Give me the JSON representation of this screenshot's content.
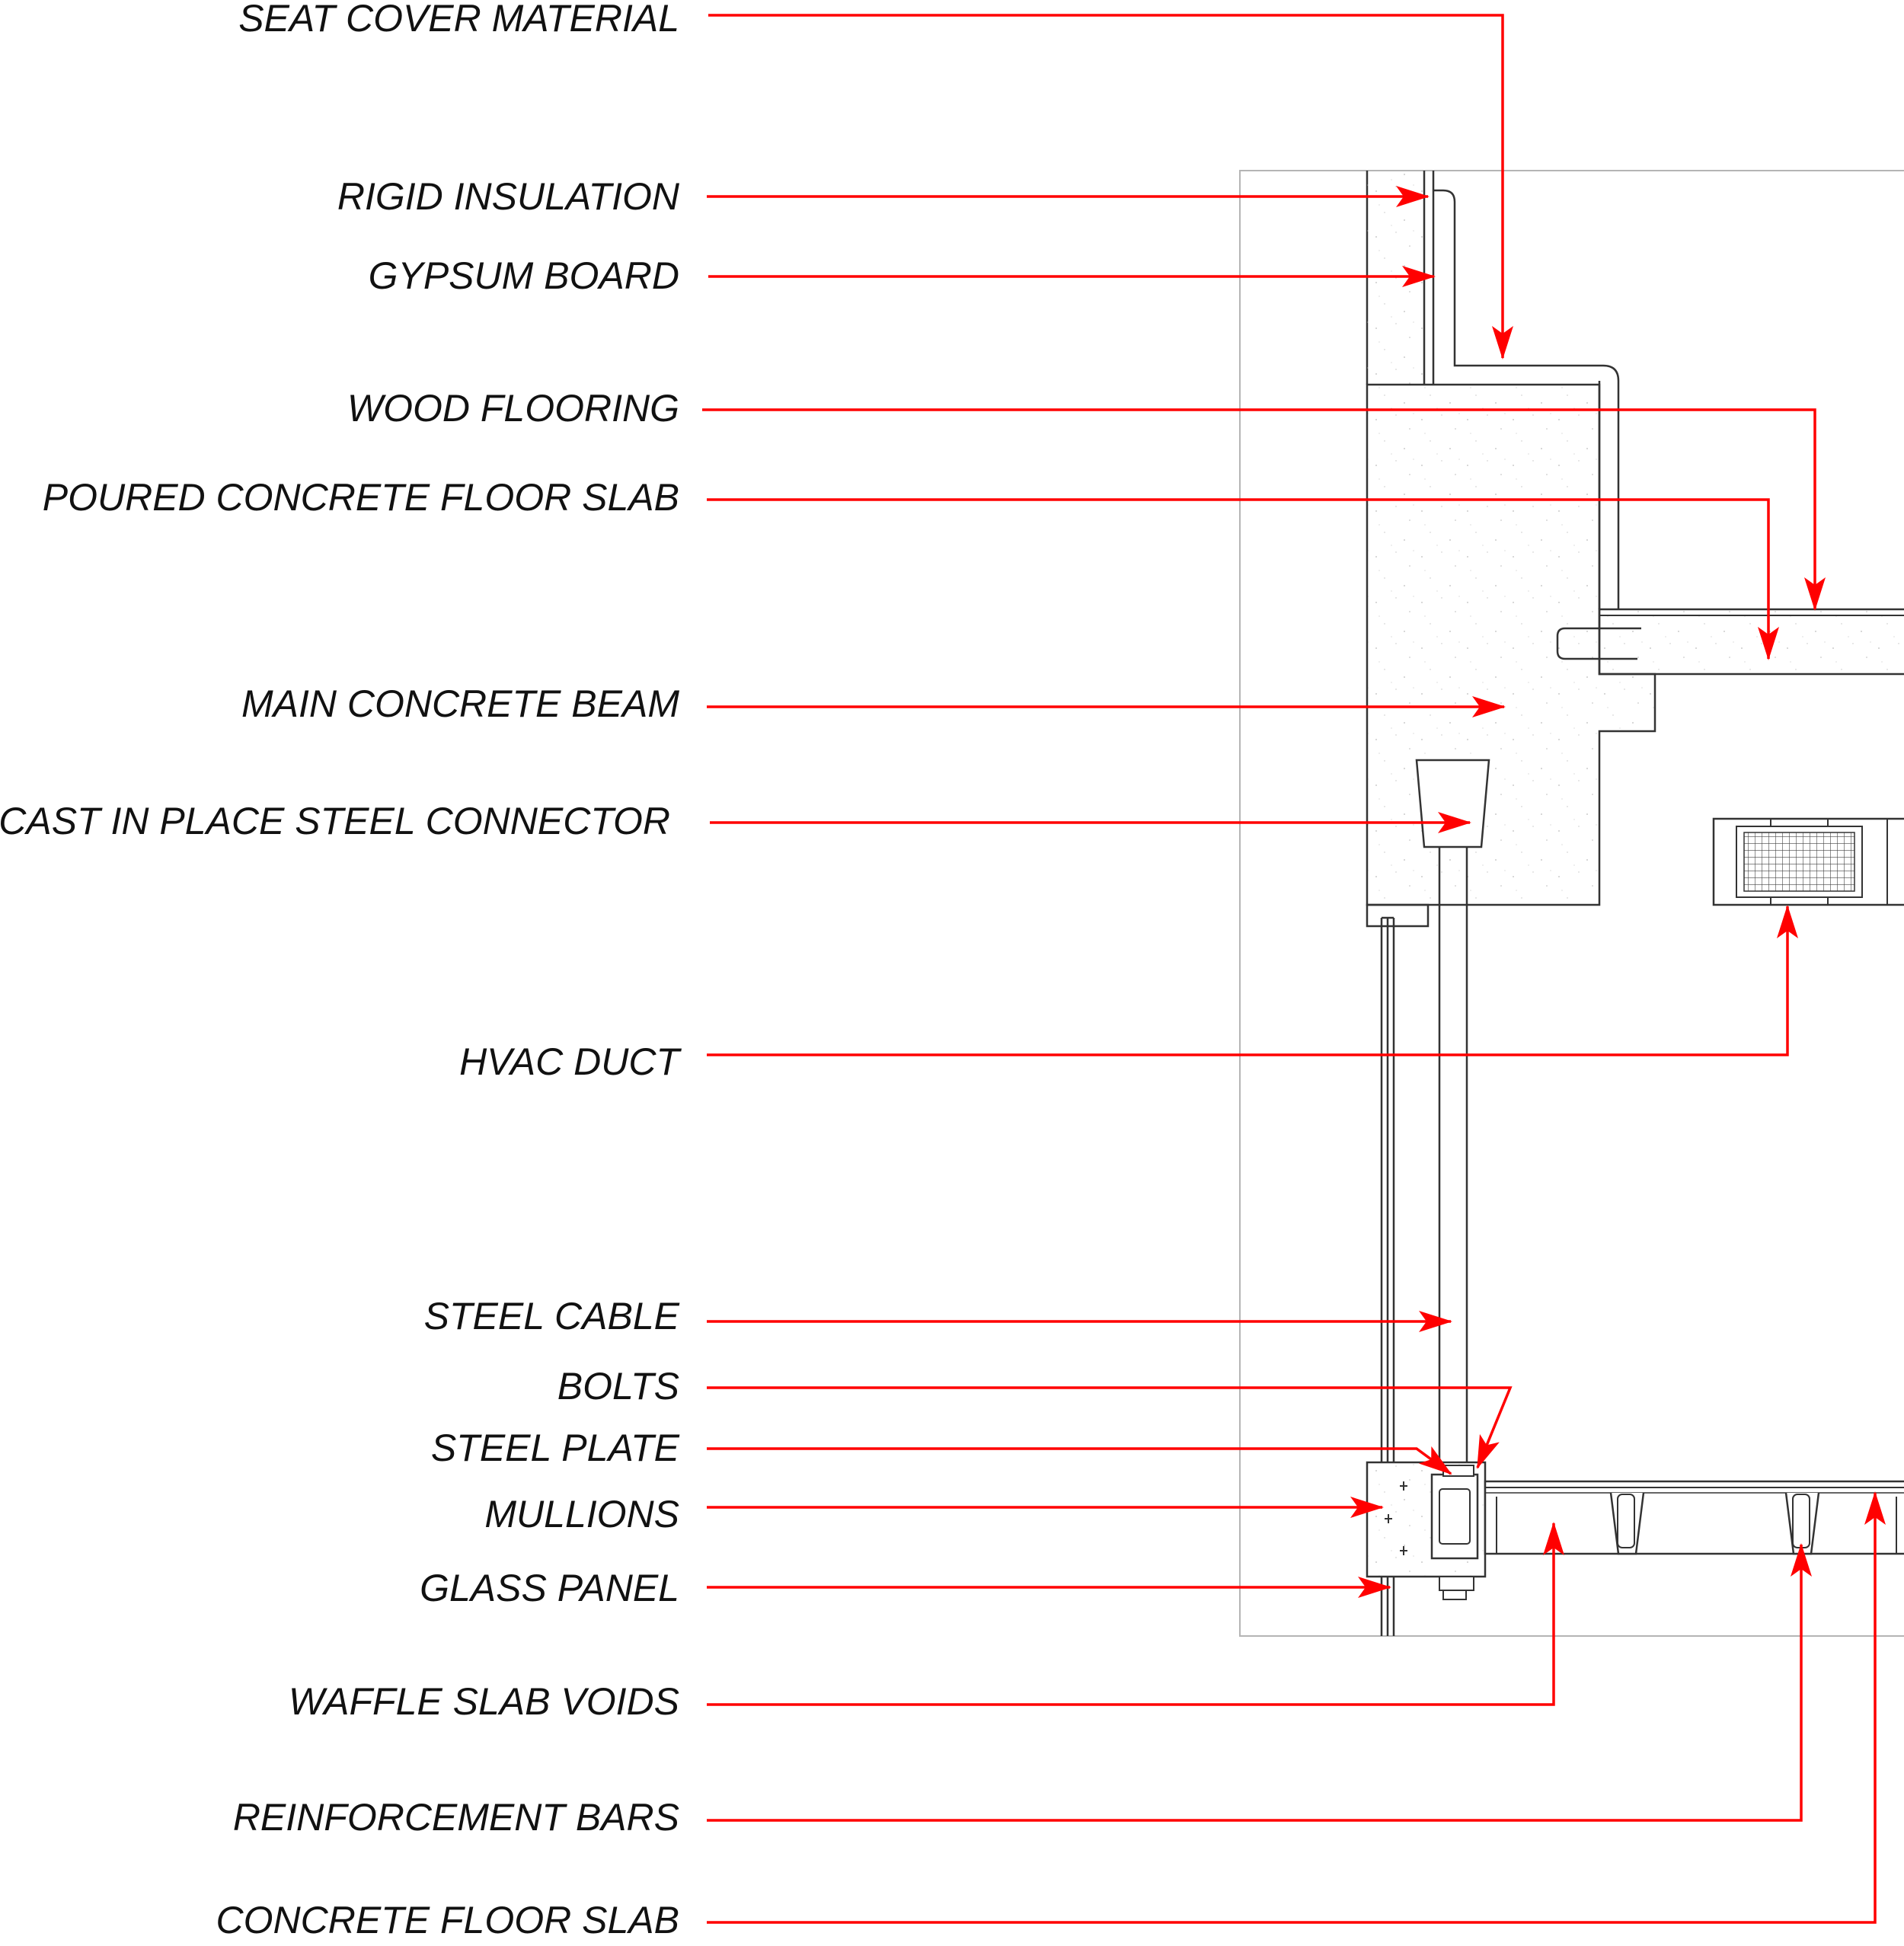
{
  "diagram": {
    "labels": [
      {
        "id": "seat-cover-material",
        "text": "SEAT COVER MATERIAL"
      },
      {
        "id": "rigid-insulation",
        "text": "RIGID INSULATION"
      },
      {
        "id": "gypsum-board",
        "text": "GYPSUM BOARD"
      },
      {
        "id": "wood-flooring",
        "text": "WOOD FLOORING"
      },
      {
        "id": "poured-concrete-floor-slab",
        "text": "POURED CONCRETE FLOOR SLAB"
      },
      {
        "id": "main-concrete-beam",
        "text": "MAIN CONCRETE BEAM"
      },
      {
        "id": "cast-in-place-steel-connector",
        "text": "CAST IN PLACE STEEL CONNECTOR"
      },
      {
        "id": "hvac-duct",
        "text": "HVAC DUCT"
      },
      {
        "id": "steel-cable",
        "text": "STEEL CABLE"
      },
      {
        "id": "bolts",
        "text": "BOLTS"
      },
      {
        "id": "steel-plate",
        "text": "STEEL PLATE"
      },
      {
        "id": "mullions",
        "text": "MULLIONS"
      },
      {
        "id": "glass-panel",
        "text": "GLASS PANEL"
      },
      {
        "id": "waffle-slab-voids",
        "text": "WAFFLE SLAB VOIDS"
      },
      {
        "id": "reinforcement-bars",
        "text": "REINFORCEMENT BARS"
      },
      {
        "id": "concrete-floor-slab",
        "text": "CONCRETE FLOOR SLAB"
      }
    ],
    "colors": {
      "leader": "#ff0000",
      "linework": "#333333",
      "frame": "#b5b5b5",
      "text": "#111111"
    }
  }
}
